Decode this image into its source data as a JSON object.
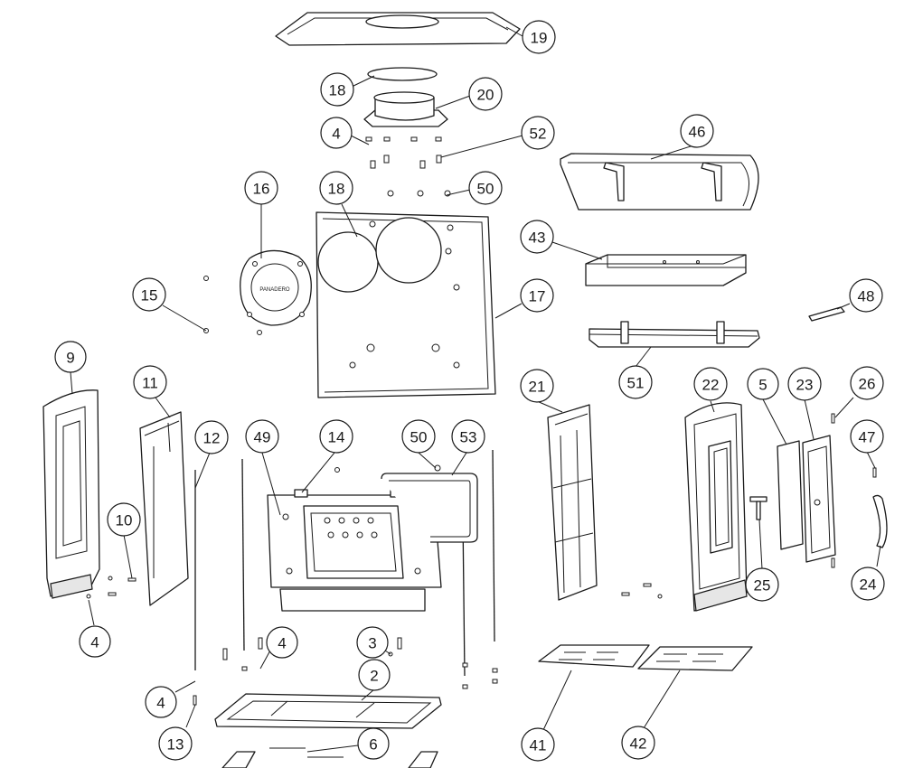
{
  "diagram": {
    "callouts": [
      {
        "id": "c19",
        "label": "19"
      },
      {
        "id": "c18a",
        "label": "18"
      },
      {
        "id": "c20",
        "label": "20"
      },
      {
        "id": "c4a",
        "label": "4"
      },
      {
        "id": "c52",
        "label": "52"
      },
      {
        "id": "c46",
        "label": "46"
      },
      {
        "id": "c16",
        "label": "16"
      },
      {
        "id": "c18b",
        "label": "18"
      },
      {
        "id": "c50a",
        "label": "50"
      },
      {
        "id": "c43",
        "label": "43"
      },
      {
        "id": "c15",
        "label": "15"
      },
      {
        "id": "c17",
        "label": "17"
      },
      {
        "id": "c48",
        "label": "48"
      },
      {
        "id": "c9",
        "label": "9"
      },
      {
        "id": "c11",
        "label": "11"
      },
      {
        "id": "c51",
        "label": "51"
      },
      {
        "id": "c21",
        "label": "21"
      },
      {
        "id": "c22",
        "label": "22"
      },
      {
        "id": "c5",
        "label": "5"
      },
      {
        "id": "c23",
        "label": "23"
      },
      {
        "id": "c26",
        "label": "26"
      },
      {
        "id": "c12",
        "label": "12"
      },
      {
        "id": "c49",
        "label": "49"
      },
      {
        "id": "c14",
        "label": "14"
      },
      {
        "id": "c50b",
        "label": "50"
      },
      {
        "id": "c53",
        "label": "53"
      },
      {
        "id": "c47",
        "label": "47"
      },
      {
        "id": "c10",
        "label": "10"
      },
      {
        "id": "c25",
        "label": "25"
      },
      {
        "id": "c24",
        "label": "24"
      },
      {
        "id": "c4b",
        "label": "4"
      },
      {
        "id": "c4c",
        "label": "4"
      },
      {
        "id": "c3",
        "label": "3"
      },
      {
        "id": "c2",
        "label": "2"
      },
      {
        "id": "c4d",
        "label": "4"
      },
      {
        "id": "c13",
        "label": "13"
      },
      {
        "id": "c6",
        "label": "6"
      },
      {
        "id": "c41",
        "label": "41"
      },
      {
        "id": "c42",
        "label": "42"
      }
    ],
    "plate_marking": "PANADERO"
  }
}
